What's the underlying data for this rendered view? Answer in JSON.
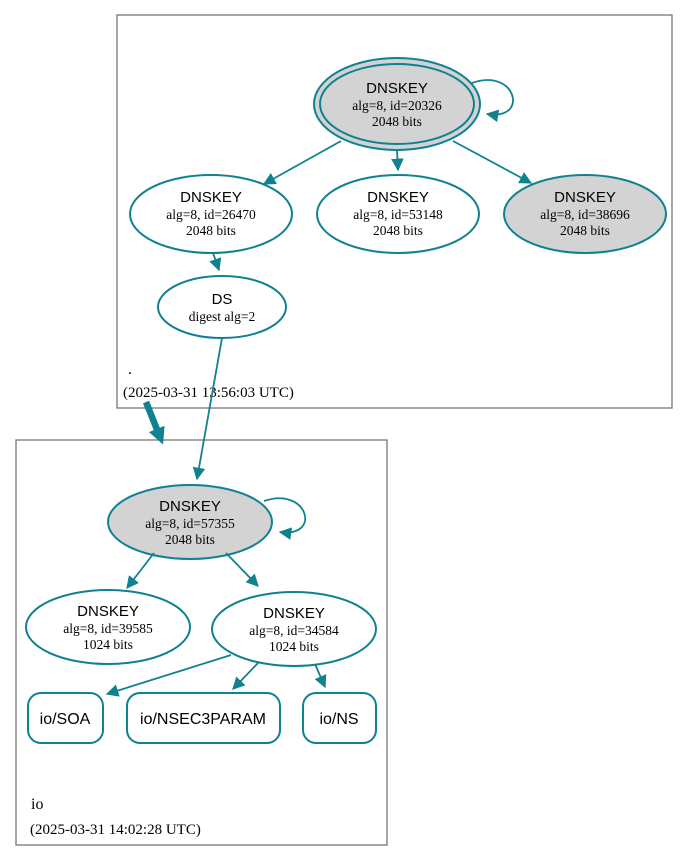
{
  "zones": {
    "root": {
      "label": ".",
      "timestamp": "(2025-03-31 13:56:03 UTC)"
    },
    "io": {
      "label": "io",
      "timestamp": "(2025-03-31 14:02:28 UTC)"
    }
  },
  "nodes": {
    "root_ksk_20326": {
      "title": "DNSKEY",
      "alg": "alg=8, id=20326",
      "bits": "2048 bits"
    },
    "root_zsk_26470": {
      "title": "DNSKEY",
      "alg": "alg=8, id=26470",
      "bits": "2048 bits"
    },
    "root_zsk_53148": {
      "title": "DNSKEY",
      "alg": "alg=8, id=53148",
      "bits": "2048 bits"
    },
    "root_ksk_38696": {
      "title": "DNSKEY",
      "alg": "alg=8, id=38696",
      "bits": "2048 bits"
    },
    "root_ds": {
      "title": "DS",
      "detail": "digest alg=2"
    },
    "io_ksk_57355": {
      "title": "DNSKEY",
      "alg": "alg=8, id=57355",
      "bits": "2048 bits"
    },
    "io_zsk_39585": {
      "title": "DNSKEY",
      "alg": "alg=8, id=39585",
      "bits": "1024 bits"
    },
    "io_zsk_34584": {
      "title": "DNSKEY",
      "alg": "alg=8, id=34584",
      "bits": "1024 bits"
    }
  },
  "rrsets": {
    "soa": {
      "label": "io/SOA"
    },
    "nsec3param": {
      "label": "io/NSEC3PARAM"
    },
    "ns": {
      "label": "io/NS"
    }
  },
  "colors": {
    "edge_secure": "#10818f",
    "node_shaded_fill": "#d3d3d3",
    "zone_box_border": "#757575",
    "text": "#000000"
  }
}
